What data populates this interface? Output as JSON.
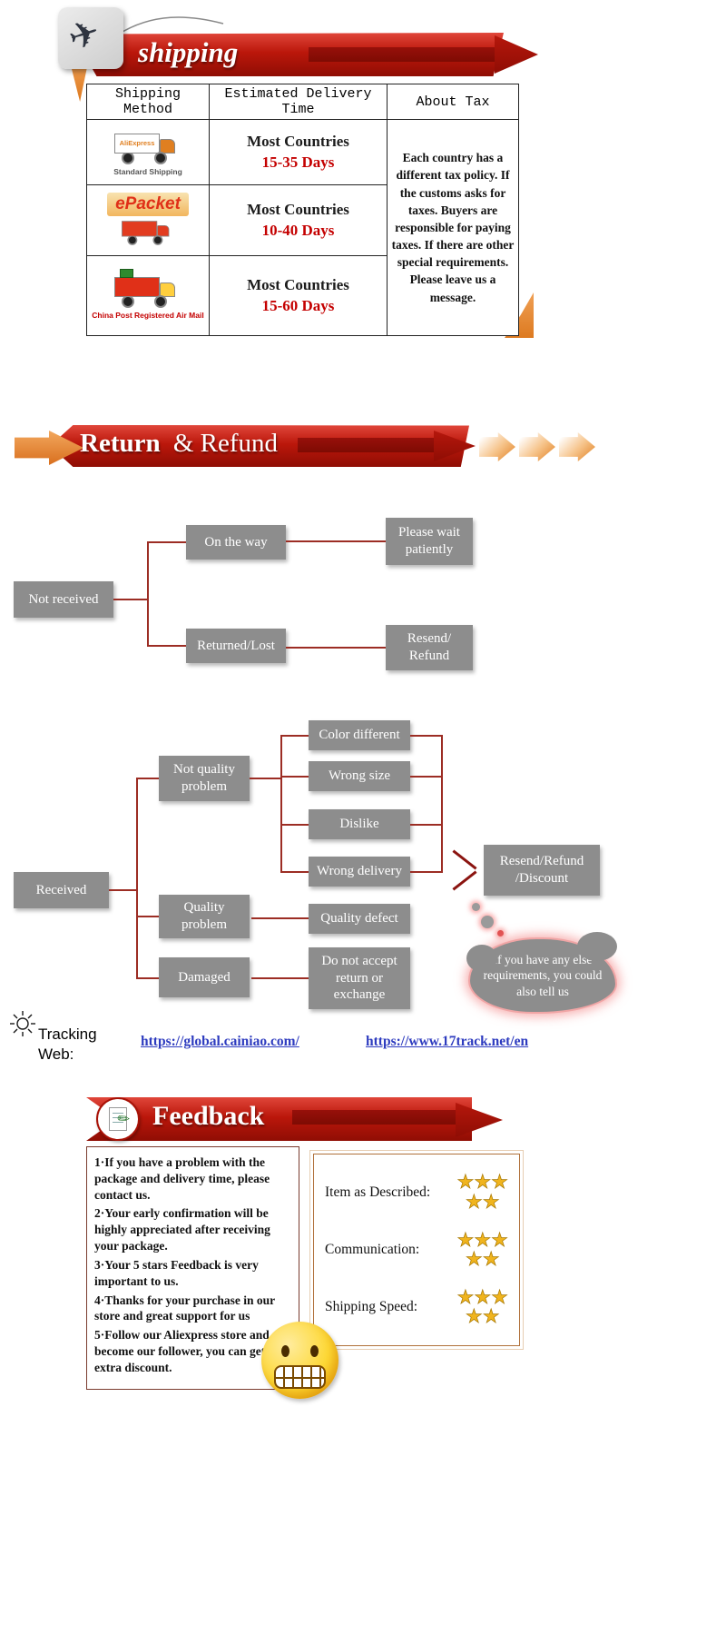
{
  "icons": {
    "airplane": "✈",
    "pencil": "✎"
  },
  "shipping": {
    "banner_title": "shipping",
    "table": {
      "col_method": "Shipping Method",
      "col_time": "Estimated Delivery Time",
      "col_tax": "About Tax",
      "rows": [
        {
          "carrier": "AliExpress",
          "caption": "Standard Shipping",
          "countries": "Most Countries",
          "days": "15-35 Days"
        },
        {
          "carrier": "ePacket",
          "caption": "",
          "countries": "Most Countries",
          "days": "10-40 Days"
        },
        {
          "carrier": "",
          "caption": "China Post Registered Air Mail",
          "countries": "Most Countries",
          "days": "15-60 Days"
        }
      ],
      "tax_note": "Each country has a different tax policy. If the customs asks for taxes. Buyers are responsible for paying taxes.  If there are other special requirements. Please leave us a message."
    }
  },
  "return_refund": {
    "banner_bold": "Return",
    "banner_rest": "& Refund",
    "not_received": {
      "root": "Not received",
      "on_the_way": "On the way",
      "wait": "Please wait patiently",
      "returned_lost": "Returned/Lost",
      "resend_refund": "Resend/ Refund"
    },
    "received": {
      "root": "Received",
      "not_quality": "Not quality problem",
      "quality": "Quality problem",
      "damaged": "Damaged",
      "color_different": "Color different",
      "wrong_size": "Wrong size",
      "dislike": "Dislike",
      "wrong_delivery": "Wrong delivery",
      "quality_defect": "Quality defect",
      "no_return": "Do not accept return or exchange",
      "outcome": "Resend/Refund /Discount",
      "cloud_note": "If you have any else requirements, you could also tell us"
    },
    "tracking_label": "Tracking Web:",
    "links": [
      {
        "url": "https://global.cainiao.com/"
      },
      {
        "url": "https://www.17track.net/en"
      }
    ]
  },
  "feedback": {
    "banner_title": "Feedback",
    "notes": [
      "1·If you have a problem with the package and delivery time, please contact us.",
      "2·Your early confirmation will be highly appreciated after receiving your package.",
      "3·Your 5 stars Feedback is very important to us.",
      "4·Thanks for your purchase in our store and great support for us",
      "5·Follow our Aliexpress store and become our follower, you can get extra discount."
    ],
    "ratings": [
      {
        "label": "Item as Described:"
      },
      {
        "label": "Communication:"
      },
      {
        "label": "Shipping Speed:"
      }
    ],
    "stars_row1": "★★★",
    "stars_row2": "★★"
  },
  "colors": {
    "banner_red": "#bb170b",
    "banner_dark_red": "#8f0d04",
    "accent_orange": "#e2802f",
    "flow_gray": "#8d8d8d",
    "connector_red": "#9c2d24",
    "link_blue": "#2d3bbf",
    "star_gold": "#f0b41e"
  }
}
